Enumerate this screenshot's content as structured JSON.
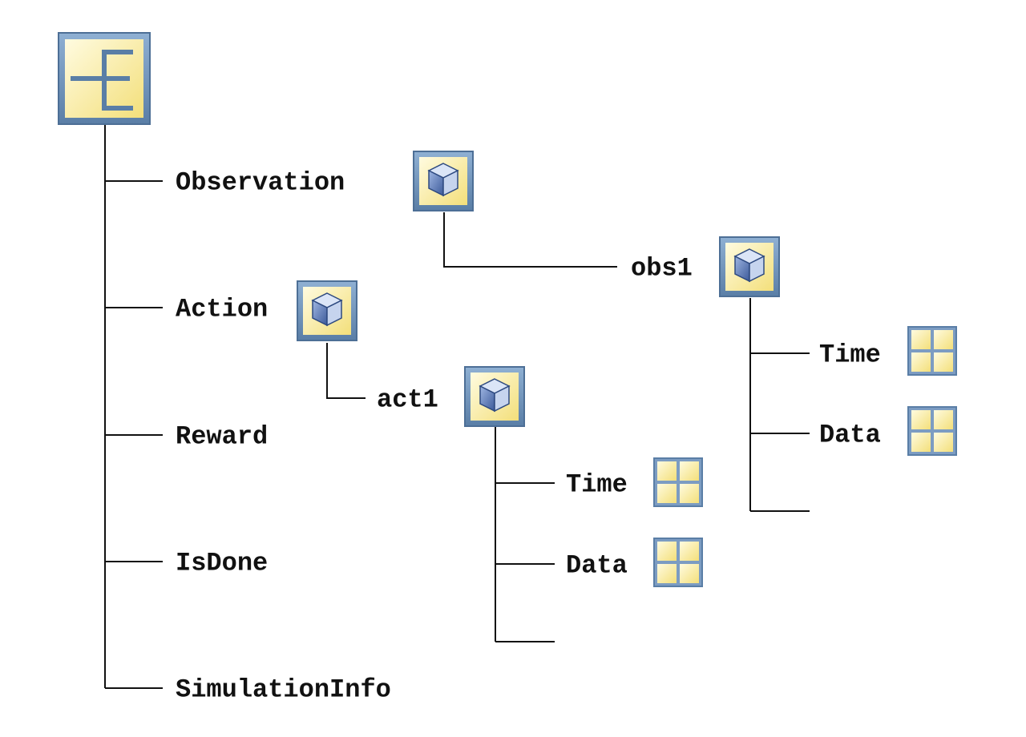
{
  "diagram": {
    "root": {
      "icon": "bus-root-icon"
    },
    "top_level": [
      {
        "label": "Observation",
        "icon": "bus-cube-icon"
      },
      {
        "label": "Action",
        "icon": "bus-cube-icon"
      },
      {
        "label": "Reward"
      },
      {
        "label": "IsDone"
      },
      {
        "label": "SimulationInfo"
      }
    ],
    "observation_child": {
      "label": "obs1",
      "icon": "bus-cube-icon",
      "children": [
        {
          "label": "Time",
          "icon": "signal-grid-icon"
        },
        {
          "label": "Data",
          "icon": "signal-grid-icon"
        }
      ]
    },
    "action_child": {
      "label": "act1",
      "icon": "bus-cube-icon",
      "children": [
        {
          "label": "Time",
          "icon": "signal-grid-icon"
        },
        {
          "label": "Data",
          "icon": "signal-grid-icon"
        }
      ]
    },
    "colors": {
      "line": "#111111",
      "icon_frame": "#6a8fb6",
      "icon_fill": "#fbf1a6",
      "cube": "#4f6fad"
    }
  }
}
